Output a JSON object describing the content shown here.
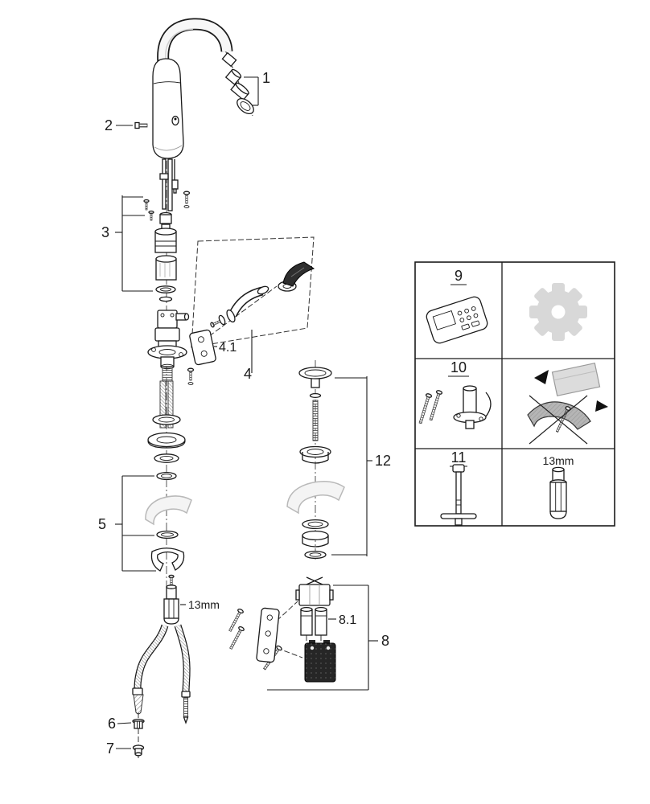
{
  "diagram": {
    "part_labels": {
      "p1": "1",
      "p2": "2",
      "p3": "3",
      "p4": "4",
      "p4_1": "4.1",
      "p5": "5",
      "p6": "6",
      "p7": "7",
      "p8": "8",
      "p8_1": "8.1",
      "p12": "12",
      "socket_size": "13mm"
    },
    "service_grid": {
      "p9": "9",
      "p10": "10",
      "p11": "11",
      "socket_size": "13mm"
    },
    "colors": {
      "line": "#1a1a1a",
      "light_part": "#b9b9b9",
      "gear": "#d8d8d8",
      "battery_box": "#262626"
    }
  }
}
